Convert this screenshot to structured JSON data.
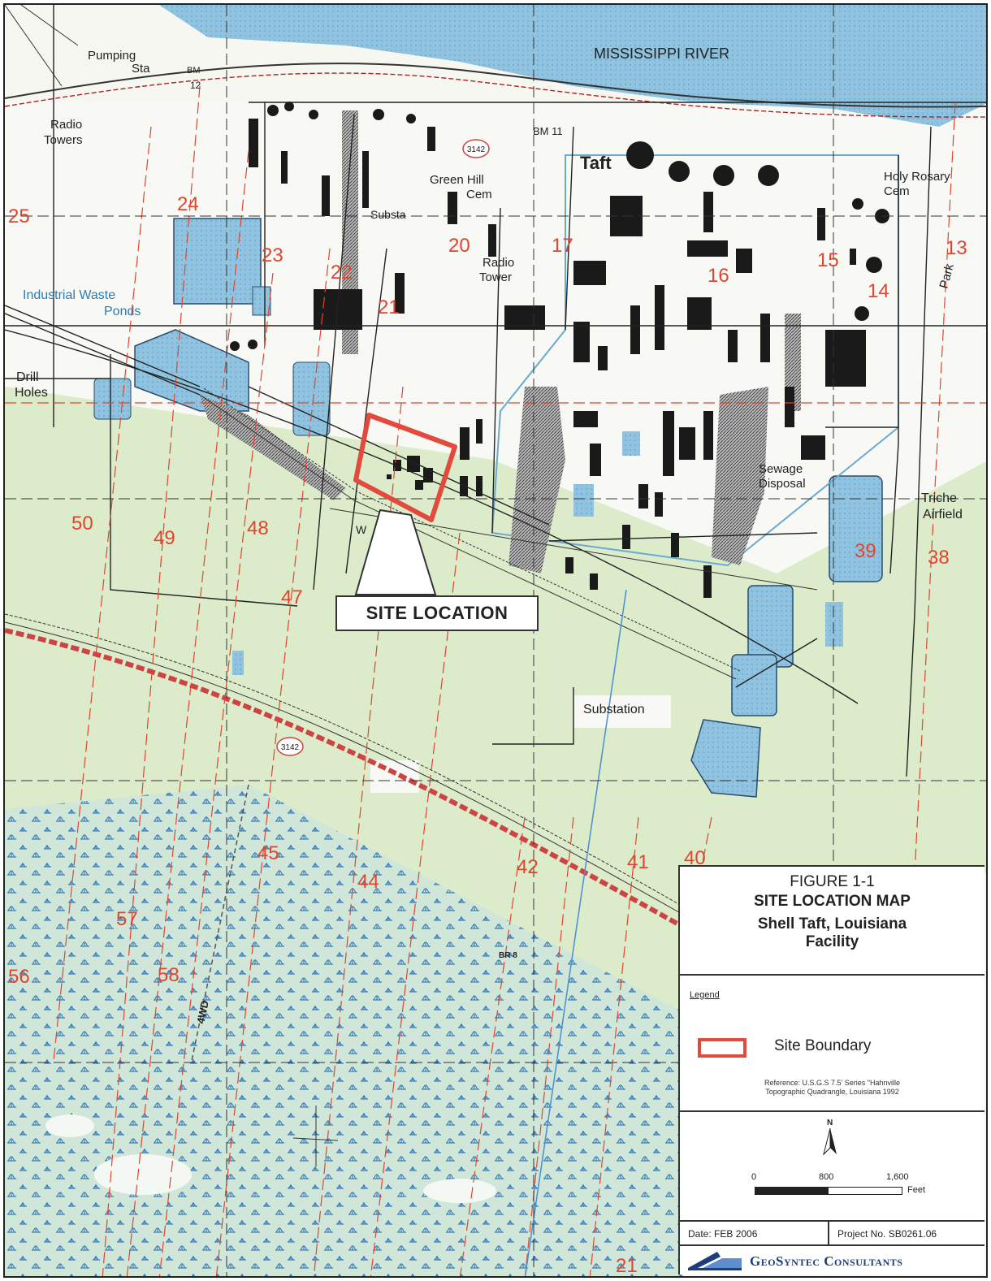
{
  "map": {
    "labels": {
      "river": "MISSISSIPPI RIVER",
      "pumping_sta_1": "Pumping",
      "pumping_sta_2": "Sta",
      "bm_12_1": "BM",
      "bm_12_2": "12",
      "radio_towers_1": "Radio",
      "radio_towers_2": "Towers",
      "bm_11": "BM 11",
      "route_3142": "3142",
      "taft": "Taft",
      "green_hill_1": "Green Hill",
      "green_hill_2": "Cem",
      "holy_rosary_1": "Holy Rosary",
      "holy_rosary_2": "Cem",
      "substa": "Substa",
      "radio_tower_1": "Radio",
      "radio_tower_2": "Tower",
      "industrial_waste_1": "Industrial Waste",
      "industrial_waste_2": "Ponds",
      "park": "Park",
      "drill_holes_1": "Drill",
      "drill_holes_2": "Holes",
      "sewage_1": "Sewage",
      "sewage_2": "Disposal",
      "triche_1": "Triche",
      "triche_2": "Airfield",
      "substation": "Substation",
      "route_3142_south": "3142",
      "br": "BR 8",
      "w": "W",
      "road_4wd": "4WD"
    },
    "section_numbers": {
      "n25": "25",
      "n24": "24",
      "n23": "23",
      "n22": "22",
      "n21": "21",
      "n20": "20",
      "n17": "17",
      "n16": "16",
      "n15": "15",
      "n14": "14",
      "n13": "13",
      "n50": "50",
      "n49": "49",
      "n48": "48",
      "n47": "47",
      "n39": "39",
      "n38": "38",
      "n45": "45",
      "n44": "44",
      "n42": "42",
      "n41": "41",
      "n40": "40",
      "n57": "57",
      "n56": "56",
      "n58": "58",
      "n21b": "21"
    },
    "callout_label": "SITE LOCATION",
    "colors": {
      "water": "#8fc3df",
      "site_boundary": "#e24a3d",
      "section_lines": "#e0452f",
      "vegetation": "#dcebc9"
    }
  },
  "legend": {
    "figure_number": "FIGURE 1-1",
    "title": "SITE LOCATION MAP",
    "subtitle_line1": "Shell Taft, Louisiana",
    "subtitle_line2": "Facility",
    "heading": "Legend",
    "site_boundary_label": "Site Boundary",
    "reference_line1": "Reference: U.S.G.S 7.5' Series \"Hahnville",
    "reference_line2": "Topographic Quadrangle, Louisiana 1992",
    "north": "N",
    "scale_0": "0",
    "scale_800": "800",
    "scale_1600": "1,600",
    "scale_unit": "Feet",
    "date": "Date: FEB 2006",
    "project": "Project No. SB0261.06",
    "company": "GeoSyntec Consultants"
  }
}
